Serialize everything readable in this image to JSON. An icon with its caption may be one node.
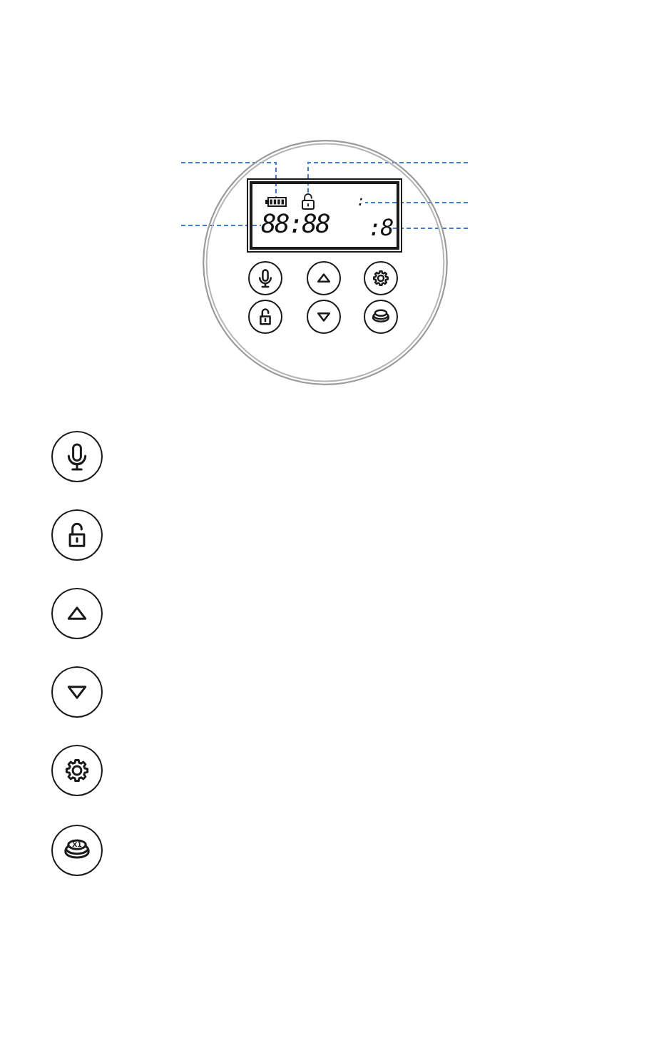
{
  "diagram": {
    "nodes": [
      {
        "text": [],
        "shape": "circle"
      },
      {
        "text": [],
        "shape": "box",
        "in": 0
      },
      {
        "text": [],
        "shape": "picture",
        "in": 1
      },
      {
        "text": [],
        "shape": "picture",
        "in": 1
      },
      {
        "text": [
          ":"
        ],
        "in": 1
      },
      {
        "text": [
          "88:88"
        ],
        "in": 1
      },
      {
        "text": [
          ":8"
        ],
        "in": 1
      }
    ],
    "edges": [
      {
        "from": null,
        "to": 2,
        "arrow": "none",
        "style": "dashed"
      },
      {
        "from": null,
        "to": 3,
        "arrow": "none",
        "style": "dashed"
      },
      {
        "from": null,
        "to": 4,
        "arrow": "none",
        "style": "dashed"
      },
      {
        "from": null,
        "to": 5,
        "arrow": "none",
        "style": "dashed"
      },
      {
        "from": null,
        "to": 6,
        "arrow": "none",
        "style": "dashed"
      }
    ],
    "labels": [
      "X1"
    ]
  }
}
